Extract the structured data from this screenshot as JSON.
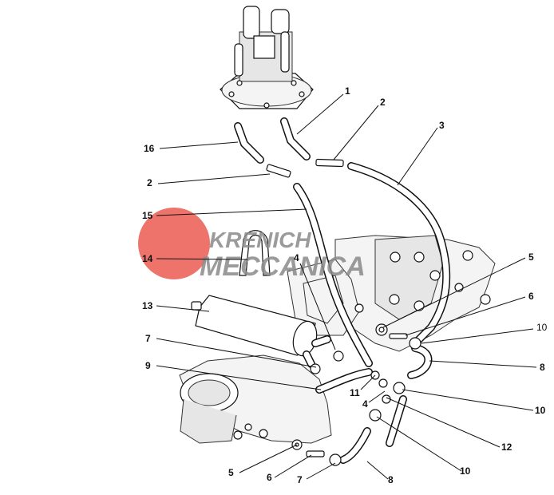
{
  "watermark": {
    "line1": "KRENICH",
    "line2": "MECCANICA",
    "red": "#e8443a"
  },
  "callouts": [
    {
      "id": "c1",
      "text": "1"
    },
    {
      "id": "c2a",
      "text": "2"
    },
    {
      "id": "c3",
      "text": "3"
    },
    {
      "id": "c16",
      "text": "16"
    },
    {
      "id": "c2b",
      "text": "2"
    },
    {
      "id": "c15",
      "text": "15"
    },
    {
      "id": "c14",
      "text": "14"
    },
    {
      "id": "c4a",
      "text": "4"
    },
    {
      "id": "c5a",
      "text": "5"
    },
    {
      "id": "c6a",
      "text": "6"
    },
    {
      "id": "c13",
      "text": "13"
    },
    {
      "id": "c10a",
      "text": "10"
    },
    {
      "id": "c7a",
      "text": "7"
    },
    {
      "id": "c8a",
      "text": "8"
    },
    {
      "id": "c9",
      "text": "9"
    },
    {
      "id": "c11",
      "text": "11"
    },
    {
      "id": "c4b",
      "text": "4"
    },
    {
      "id": "c10b",
      "text": "10"
    },
    {
      "id": "c12",
      "text": "12"
    },
    {
      "id": "c10c",
      "text": "10"
    },
    {
      "id": "c5b",
      "text": "5"
    },
    {
      "id": "c6b",
      "text": "6"
    },
    {
      "id": "c7b",
      "text": "7"
    },
    {
      "id": "c8b",
      "text": "8"
    }
  ]
}
